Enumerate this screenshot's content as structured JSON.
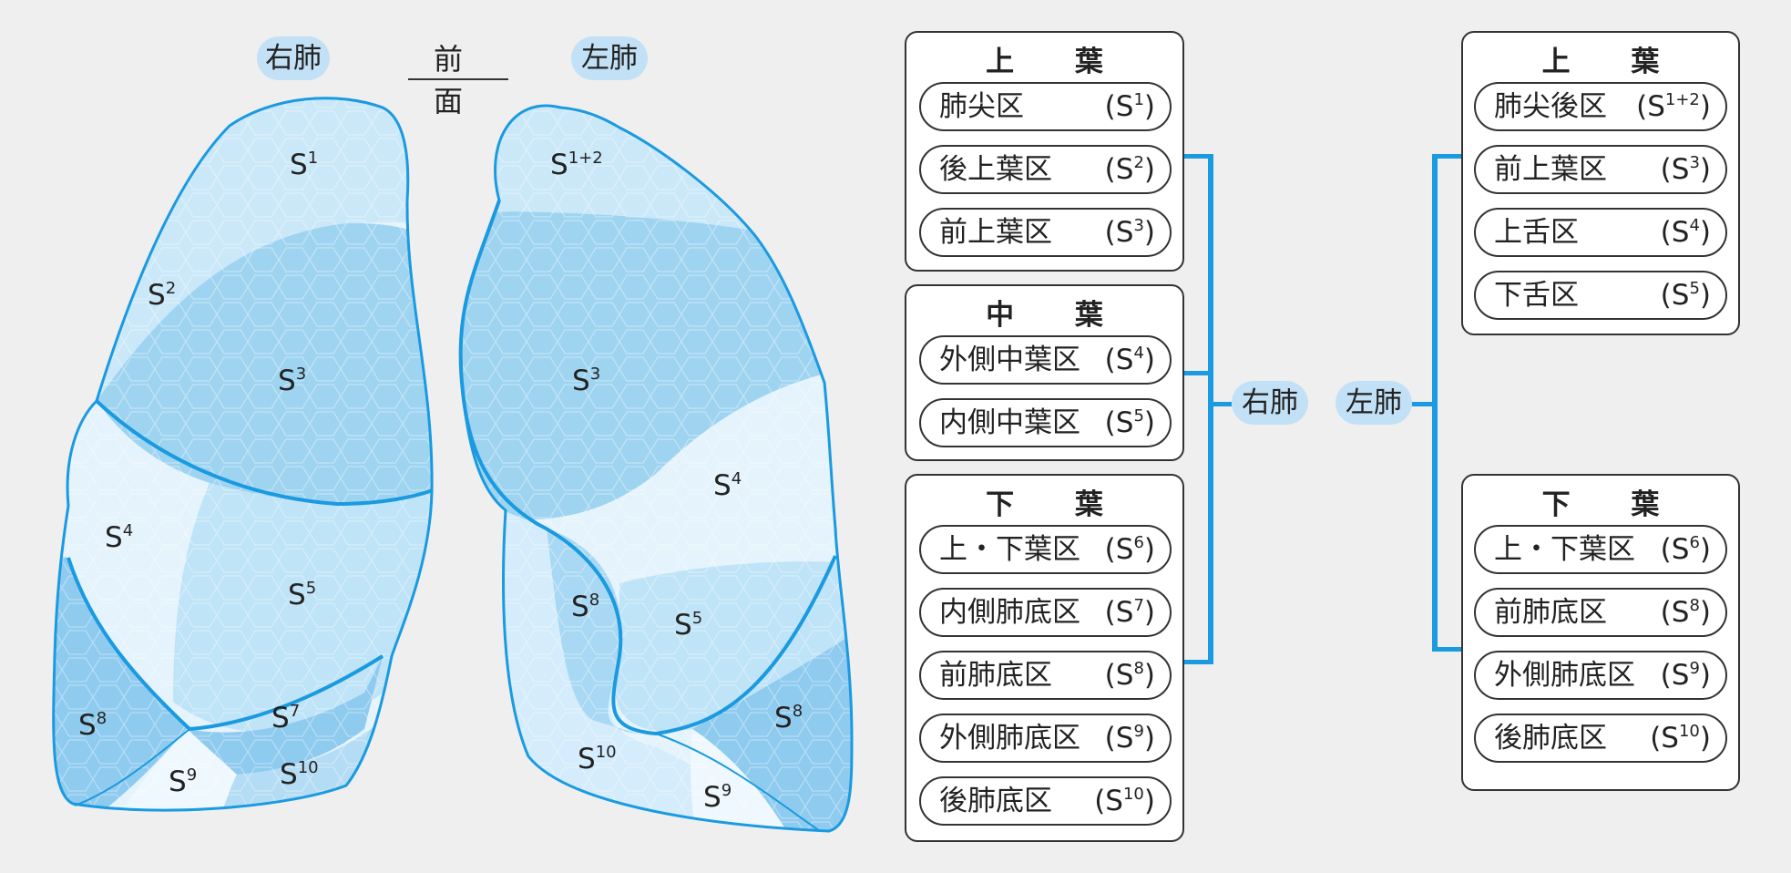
{
  "header": {
    "right_lung_tag": "右肺",
    "front_title": "前 面",
    "left_lung_tag": "左肺"
  },
  "diagram_labels": {
    "right": [
      {
        "base": "S",
        "sup": "1"
      },
      {
        "base": "S",
        "sup": "2"
      },
      {
        "base": "S",
        "sup": "3"
      },
      {
        "base": "S",
        "sup": "4"
      },
      {
        "base": "S",
        "sup": "5"
      },
      {
        "base": "S",
        "sup": "8"
      },
      {
        "base": "S",
        "sup": "7"
      },
      {
        "base": "S",
        "sup": "9"
      },
      {
        "base": "S",
        "sup": "10"
      }
    ],
    "left": [
      {
        "base": "S",
        "sup": "1+2"
      },
      {
        "base": "S",
        "sup": "3"
      },
      {
        "base": "S",
        "sup": "4"
      },
      {
        "base": "S",
        "sup": "8"
      },
      {
        "base": "S",
        "sup": "5"
      },
      {
        "base": "S",
        "sup": "8"
      },
      {
        "base": "S",
        "sup": "10"
      },
      {
        "base": "S",
        "sup": "9"
      }
    ]
  },
  "right_tree": {
    "root": "右肺",
    "lobes": [
      {
        "title": "上 葉",
        "segments": [
          {
            "name": "肺尖区",
            "code": "S",
            "sup": "1"
          },
          {
            "name": "後上葉区",
            "code": "S",
            "sup": "2"
          },
          {
            "name": "前上葉区",
            "code": "S",
            "sup": "3"
          }
        ]
      },
      {
        "title": "中 葉",
        "segments": [
          {
            "name": "外側中葉区",
            "code": "S",
            "sup": "4"
          },
          {
            "name": "内側中葉区",
            "code": "S",
            "sup": "5"
          }
        ]
      },
      {
        "title": "下 葉",
        "segments": [
          {
            "name": "上・下葉区",
            "code": "S",
            "sup": "6"
          },
          {
            "name": "内側肺底区",
            "code": "S",
            "sup": "7"
          },
          {
            "name": "前肺底区",
            "code": "S",
            "sup": "8"
          },
          {
            "name": "外側肺底区",
            "code": "S",
            "sup": "9"
          },
          {
            "name": "後肺底区",
            "code": "S",
            "sup": "10"
          }
        ]
      }
    ]
  },
  "left_tree": {
    "root": "左肺",
    "lobes": [
      {
        "title": "上 葉",
        "segments": [
          {
            "name": "肺尖後区",
            "code": "S",
            "sup": "1+2"
          },
          {
            "name": "前上葉区",
            "code": "S",
            "sup": "3"
          },
          {
            "name": "上舌区",
            "code": "S",
            "sup": "4"
          },
          {
            "name": "下舌区",
            "code": "S",
            "sup": "5"
          }
        ]
      },
      {
        "title": "下 葉",
        "segments": [
          {
            "name": "上・下葉区",
            "code": "S",
            "sup": "6"
          },
          {
            "name": "前肺底区",
            "code": "S",
            "sup": "8"
          },
          {
            "name": "外側肺底区",
            "code": "S",
            "sup": "9"
          },
          {
            "name": "後肺底区",
            "code": "S",
            "sup": "10"
          }
        ]
      }
    ]
  },
  "colors": {
    "light": "#e4f3fc",
    "medium": "#bfe3f7",
    "dark": "#91cdef",
    "outline": "#1a9ae0",
    "tag_bg": "#c2e1f6"
  }
}
